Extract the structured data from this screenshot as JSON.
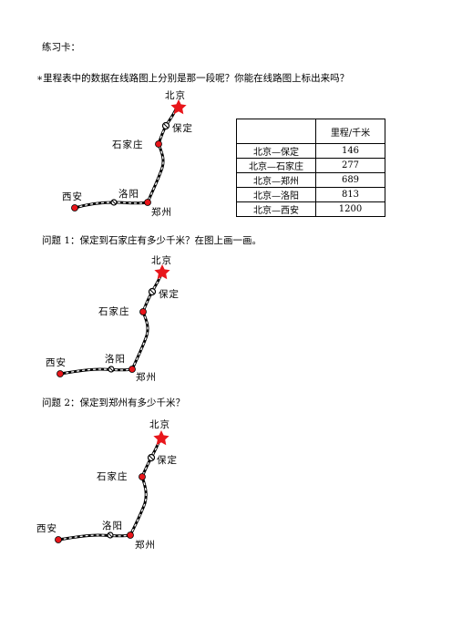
{
  "title": "练习卡：",
  "intro": "∗里程表中的数据在线路图上分别是那一段呢？你能在线路图上标出来吗？",
  "question1": "问题 1：保定到石家庄有多少千米？在图上画一画。",
  "question2": "问题 2：保定到郑州有多少千米？",
  "map": {
    "cities": {
      "beijing": "北京",
      "baoding": "保定",
      "shijiazhuang": "石家庄",
      "zhengzhou": "郑州",
      "luoyang": "洛阳",
      "xian": "西安"
    },
    "colors": {
      "star": "#e8161b",
      "station": "#e8161b",
      "rail": "#000000"
    }
  },
  "table": {
    "header": "里程/千米",
    "rows": [
      {
        "route": "北京—保定",
        "km": "146"
      },
      {
        "route": "北京—石家庄",
        "km": "277"
      },
      {
        "route": "北京—郑州",
        "km": "689"
      },
      {
        "route": "北京—洛阳",
        "km": "813"
      },
      {
        "route": "北京—西安",
        "km": "1200"
      }
    ]
  }
}
